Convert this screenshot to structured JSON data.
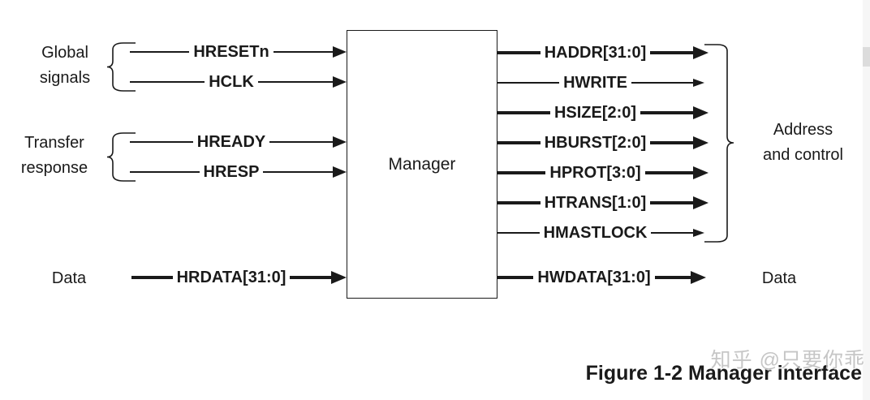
{
  "colors": {
    "ink": "#1a1a1a",
    "background": "#ffffff",
    "watermark": "#bdbdbd",
    "scrollbar_track": "#f6f6f6",
    "scrollbar_thumb": "#dcdcdc"
  },
  "block": {
    "label": "Manager"
  },
  "input_groups": {
    "global": {
      "line1": "Global",
      "line2": "signals"
    },
    "transfer": {
      "line1": "Transfer",
      "line2": "response"
    },
    "data": {
      "label": "Data"
    }
  },
  "inputs": [
    {
      "name": "HRESETn",
      "bus": false
    },
    {
      "name": "HCLK",
      "bus": false
    },
    {
      "name": "HREADY",
      "bus": false
    },
    {
      "name": "HRESP",
      "bus": false
    },
    {
      "name": "HRDATA[31:0]",
      "bus": true
    }
  ],
  "outputs": [
    {
      "name": "HADDR[31:0]",
      "bus": true
    },
    {
      "name": "HWRITE",
      "bus": false
    },
    {
      "name": "HSIZE[2:0]",
      "bus": true
    },
    {
      "name": "HBURST[2:0]",
      "bus": true
    },
    {
      "name": "HPROT[3:0]",
      "bus": true
    },
    {
      "name": "HTRANS[1:0]",
      "bus": true
    },
    {
      "name": "HMASTLOCK",
      "bus": false
    },
    {
      "name": "HWDATA[31:0]",
      "bus": true
    }
  ],
  "output_groups": {
    "address_control": {
      "line1": "Address",
      "line2": "and control"
    },
    "data": {
      "label": "Data"
    }
  },
  "caption": "Figure 1-2 Manager interface",
  "watermark": "知乎 @只要你乖"
}
